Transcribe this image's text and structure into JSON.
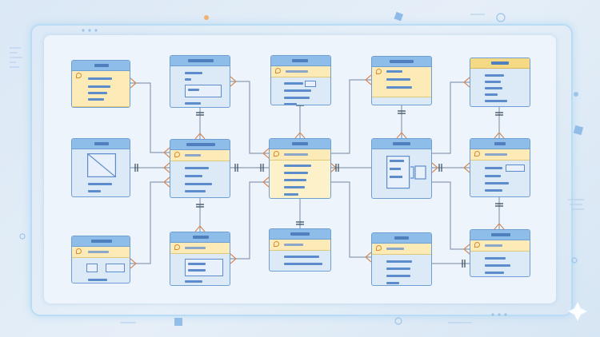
{
  "diagram": {
    "type": "entity-relationship",
    "entities": [
      {
        "id": "t1",
        "header": "gold-row"
      },
      {
        "id": "t2",
        "header": "blue"
      },
      {
        "id": "t3",
        "header": "blue"
      },
      {
        "id": "t4",
        "header": "blue"
      },
      {
        "id": "t5",
        "header": "gold"
      },
      {
        "id": "t6",
        "header": "blue"
      },
      {
        "id": "t7",
        "header": "blue"
      },
      {
        "id": "t8",
        "header": "blue"
      },
      {
        "id": "t9",
        "header": "blue"
      },
      {
        "id": "t10",
        "header": "blue"
      },
      {
        "id": "t11",
        "header": "blue"
      },
      {
        "id": "t12",
        "header": "blue"
      },
      {
        "id": "t13",
        "header": "blue"
      },
      {
        "id": "t14",
        "header": "blue"
      },
      {
        "id": "t15",
        "header": "blue"
      }
    ]
  },
  "colors": {
    "background": "#e3edf7",
    "card": "#dceaf8",
    "card_border": "#6f9ed3",
    "header": "#8fbde9",
    "key_row": "#fcebb6",
    "connector": "#d48a5a",
    "text_placeholder": "#5d8ccc"
  }
}
